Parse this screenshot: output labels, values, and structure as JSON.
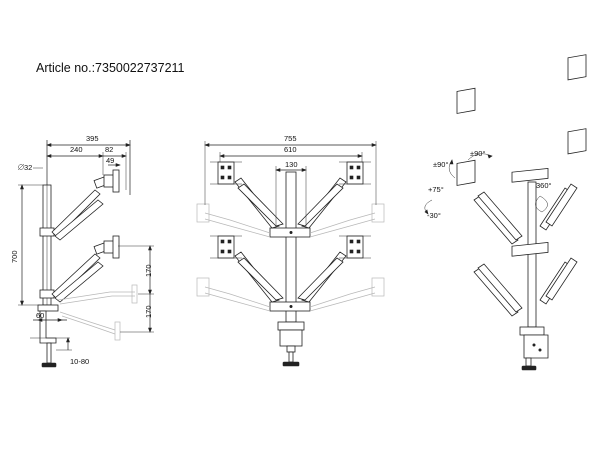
{
  "article_label": "Article no.:7350022737211",
  "left_view": {
    "dims": {
      "d395": "395",
      "d240": "240",
      "d82": "82",
      "d49": "49",
      "d32": "32",
      "d700": "700",
      "d170a": "170",
      "d170b": "170",
      "d60": "60",
      "d1080": "10-80"
    }
  },
  "middle_view": {
    "dims": {
      "d755": "755",
      "d610": "610",
      "d130": "130"
    }
  },
  "right_view": {
    "angles": {
      "tilt_up": "±90°",
      "tilt_side": "±90°",
      "plus75": "+75°",
      "minus30": "-30°",
      "rot360": "360°"
    }
  }
}
